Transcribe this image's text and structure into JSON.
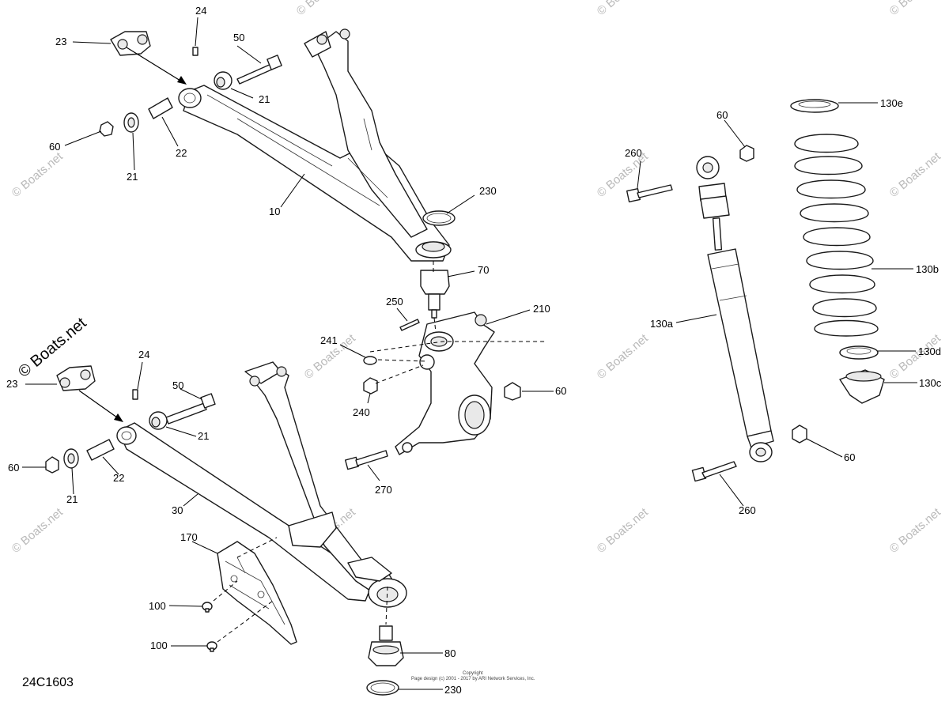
{
  "diagram": {
    "code": "24C1603",
    "copyright_line1": "Copyright",
    "copyright_line2": "Page design (c) 2001 - 2017 by ARI Network Services, Inc.",
    "watermark_text": "© Boats.net",
    "callouts": {
      "c_23_top": "23",
      "c_24_top": "24",
      "c_50_top": "50",
      "c_21_top_a": "21",
      "c_60_top": "60",
      "c_21_top_b": "21",
      "c_22_top": "22",
      "c_10": "10",
      "c_230_top": "230",
      "c_70": "70",
      "c_250": "250",
      "c_210": "210",
      "c_241": "241",
      "c_240": "240",
      "c_60_knuckle": "60",
      "c_270": "270",
      "c_23_bot": "23",
      "c_24_bot": "24",
      "c_50_bot": "50",
      "c_21_bot_a": "21",
      "c_60_bot": "60",
      "c_22_bot": "22",
      "c_21_bot_b": "21",
      "c_30": "30",
      "c_170": "170",
      "c_100_a": "100",
      "c_100_b": "100",
      "c_80": "80",
      "c_230_bot": "230",
      "c_60_shock_top": "60",
      "c_260_top": "260",
      "c_130a": "130a",
      "c_60_shock_bot": "60",
      "c_260_bot": "260",
      "c_130e": "130e",
      "c_130b": "130b",
      "c_130d": "130d",
      "c_130c": "130c"
    }
  }
}
